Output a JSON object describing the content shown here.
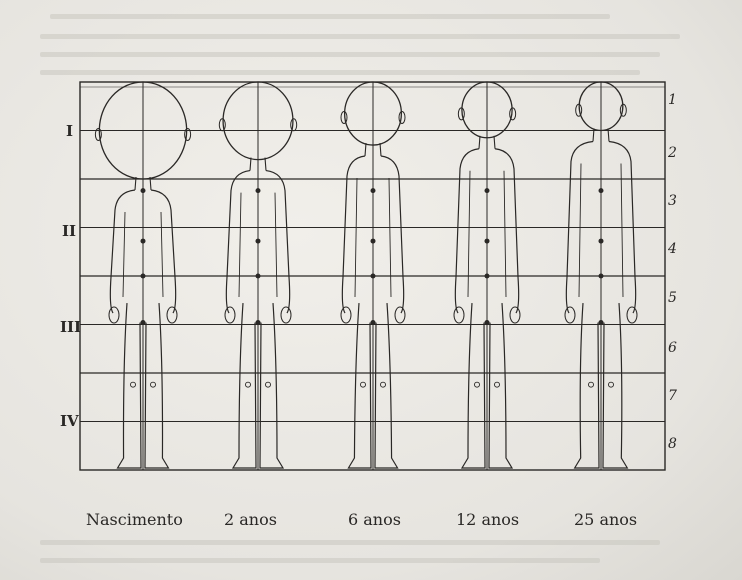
{
  "figure": {
    "section_labels": [
      "I",
      "II",
      "III",
      "IV"
    ],
    "unit_labels": [
      "1",
      "2",
      "3",
      "4",
      "5",
      "6",
      "7",
      "8"
    ],
    "ages": [
      "Nascimento",
      "2 anos",
      "6 anos",
      "12 anos",
      "25 anos"
    ]
  },
  "colors": {
    "ink": "#2a2826",
    "paper": "#eceae5"
  }
}
